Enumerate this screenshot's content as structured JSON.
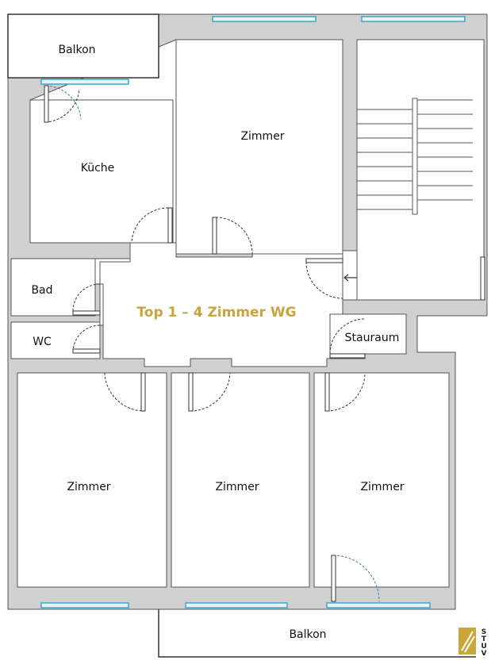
{
  "plan": {
    "title": "Top 1 – 4 Zimmer WG",
    "title_color": "#c9a53c",
    "wall_color": "#d0d0d0",
    "window_color": "#3fa5c8",
    "door_color": "#2b7fa8",
    "rooms": {
      "balkon_top": "Balkon",
      "kueche": "Küche",
      "zimmer_top": "Zimmer",
      "bad": "Bad",
      "wc": "WC",
      "stauraum": "Stauraum",
      "zimmer_left": "Zimmer",
      "zimmer_mid": "Zimmer",
      "zimmer_right": "Zimmer",
      "balkon_bottom": "Balkon"
    },
    "logo": {
      "letters": [
        "S",
        "T",
        "U",
        "V"
      ]
    }
  }
}
